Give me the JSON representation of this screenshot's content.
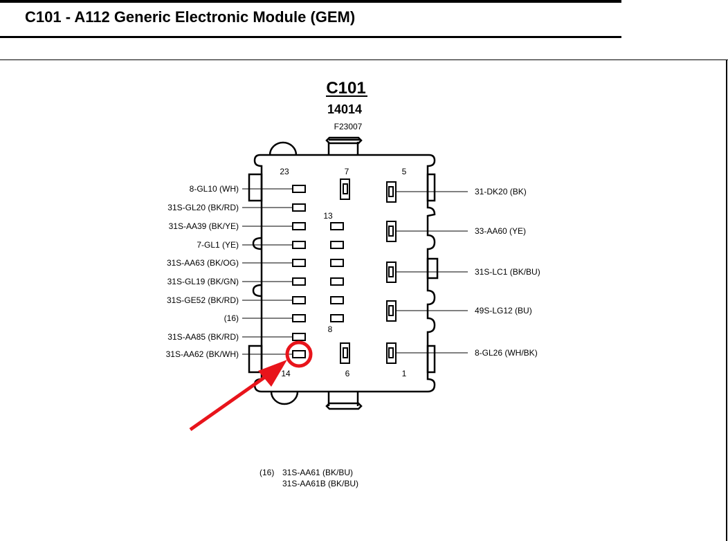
{
  "page": {
    "title": "C101 - A112 Generic Electronic Module (GEM)"
  },
  "connector": {
    "id": "C101",
    "part_number": "14014",
    "figure_ref": "F23007",
    "pin_numbers": {
      "top_left": "23",
      "top_middle": "7",
      "top_right": "5",
      "middle_upper": "13",
      "middle_lower": "8",
      "bottom_left": "14",
      "bottom_middle": "6",
      "bottom_right": "1"
    },
    "left_wires": [
      "8-GL10 (WH)",
      "31S-GL20 (BK/RD)",
      "31S-AA39 (BK/YE)",
      "7-GL1 (YE)",
      "31S-AA63 (BK/OG)",
      "31S-GL19 (BK/GN)",
      "31S-GE52 (BK/RD)",
      "(16)",
      "31S-AA85 (BK/RD)",
      "31S-AA62 (BK/WH)"
    ],
    "right_wires": [
      "31-DK20 (BK)",
      "33-AA60 (YE)",
      "31S-LC1 (BK/BU)",
      "49S-LG12 (BU)",
      "8-GL26 (WH/BK)"
    ],
    "highlighted_pin": "14",
    "highlight_color": "#e8141b"
  },
  "footnote": {
    "ref": "(16)",
    "lines": [
      "31S-AA61 (BK/BU)",
      "31S-AA61B (BK/BU)"
    ]
  }
}
